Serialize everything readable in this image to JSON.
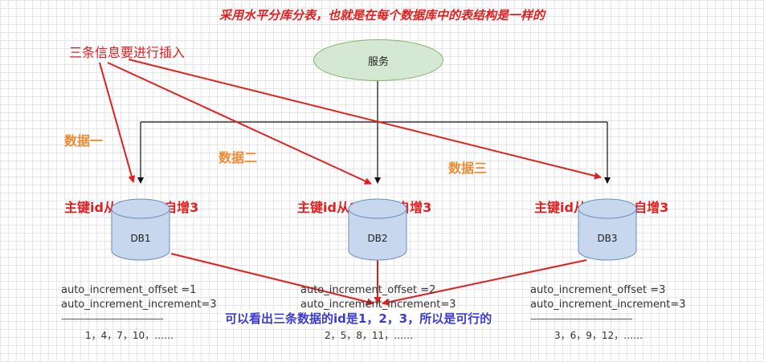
{
  "title": "采用水平分库分表，也就是在每个数据库中的表结构是一样的",
  "note": "三条信息要进行插入",
  "service": "服务",
  "data_labels": [
    "数据一",
    "数据二",
    "数据三"
  ],
  "databases": [
    {
      "name": "DB1",
      "pk": "主键id从1开始，自增3",
      "offset": "auto_increment_offset =1",
      "increment": "auto_increment_increment=3",
      "dashes": "--------------------------------------",
      "sequence": "1，4，7，10，……"
    },
    {
      "name": "DB2",
      "pk": "主键id从2开始，自增3",
      "offset": "auto_increment_offset =2",
      "increment": "auto_increment_increment=3",
      "dashes": "--------------------------------------",
      "sequence": "2，5，8，11，……"
    },
    {
      "name": "DB3",
      "pk": "主键id从3开始，自增3",
      "offset": "auto_increment_offset =3",
      "increment": "auto_increment_increment=3",
      "dashes": "--------------------------------------",
      "sequence": "3，6，9，12，……"
    }
  ],
  "conclusion": "可以看出三条数据的id是1，2，3，所以是可行的",
  "colors": {
    "red": "#e02020",
    "orange": "#f08a30",
    "blue": "#3a3ad6",
    "service_fill": "#d5e8d4",
    "db_fill": "#c7d7ee"
  }
}
